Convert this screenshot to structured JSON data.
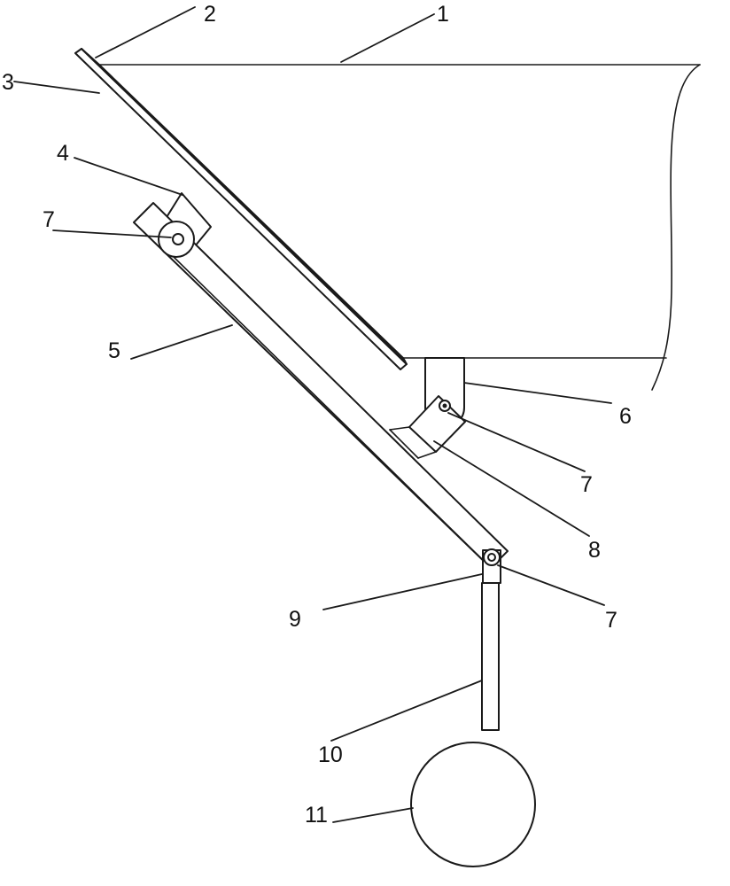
{
  "callouts": [
    {
      "id": "c1",
      "number": "1"
    },
    {
      "id": "c2",
      "number": "2"
    },
    {
      "id": "c3",
      "number": "3"
    },
    {
      "id": "c4",
      "number": "4"
    },
    {
      "id": "c5",
      "number": "5"
    },
    {
      "id": "c6",
      "number": "6"
    },
    {
      "id": "c7a",
      "number": "7"
    },
    {
      "id": "c7b",
      "number": "7"
    },
    {
      "id": "c7c",
      "number": "7"
    },
    {
      "id": "c8",
      "number": "8"
    },
    {
      "id": "c9",
      "number": "9"
    },
    {
      "id": "c10",
      "number": "10"
    },
    {
      "id": "c11",
      "number": "11"
    }
  ]
}
